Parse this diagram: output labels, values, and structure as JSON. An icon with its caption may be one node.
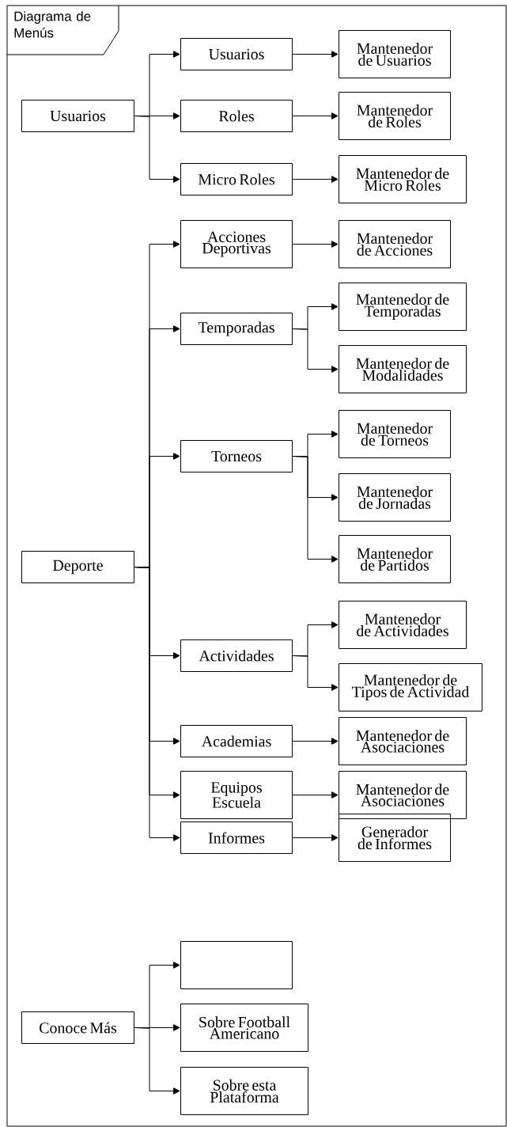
{
  "diagram": {
    "nodes": [
      {
        "text": [
          "Diagrama de Menús"
        ]
      },
      {
        "text": [
          "Usuarios"
        ],
        "in": 0
      },
      {
        "text": [
          "Usuarios"
        ],
        "in": 0
      },
      {
        "text": [
          "Mantenedor de Usuarios"
        ],
        "in": 0
      },
      {
        "text": [
          "Roles"
        ],
        "in": 0
      },
      {
        "text": [
          "Mantenedor de Roles"
        ],
        "in": 0
      },
      {
        "text": [
          "Micro Roles"
        ],
        "in": 0
      },
      {
        "text": [
          "Mantenedor de Micro Roles"
        ],
        "in": 0
      },
      {
        "text": [
          "Deporte"
        ],
        "in": 0
      },
      {
        "text": [
          "Acciones Deportivas"
        ],
        "in": 0
      },
      {
        "text": [
          "Mantenedor de Acciones"
        ],
        "in": 0
      },
      {
        "text": [
          "Temporadas"
        ],
        "in": 0
      },
      {
        "text": [
          "Mantenedor de Temporadas"
        ],
        "in": 0
      },
      {
        "text": [
          "Mantenedor de Modalidades"
        ],
        "in": 0
      },
      {
        "text": [
          "Torneos"
        ],
        "in": 0
      },
      {
        "text": [
          "Mantenedor de Torneos"
        ],
        "in": 0
      },
      {
        "text": [
          "Mantenedor de Jornadas"
        ],
        "in": 0
      },
      {
        "text": [
          "Mantenedor de Partidos"
        ],
        "in": 0
      },
      {
        "text": [
          "Actividades"
        ],
        "in": 0
      },
      {
        "text": [
          "Mantenedor de Actividades"
        ],
        "in": 0
      },
      {
        "text": [
          "Mantenedor de Tipos de Actividad"
        ],
        "in": 0
      },
      {
        "text": [
          "Academias"
        ],
        "in": 0
      },
      {
        "text": [
          "Mantenedor de Asociaciones"
        ],
        "in": 0
      },
      {
        "text": [
          "Equipos Escuela"
        ],
        "in": 0
      },
      {
        "text": [
          "Mantenedor de Asociaciones"
        ],
        "in": 0
      },
      {
        "text": [
          "Informes"
        ],
        "in": 0
      },
      {
        "text": [
          "Generador de Informes"
        ],
        "in": 0
      },
      {
        "text": [
          "Conoce Más"
        ],
        "in": 0
      },
      {
        "text": [],
        "shape": "box",
        "in": 0
      },
      {
        "text": [
          "Sobre Football Americano"
        ],
        "in": 0
      },
      {
        "text": [
          "Sobre esta Plataforma"
        ],
        "in": 0
      }
    ],
    "edges": [
      {
        "from": 1,
        "to": 2,
        "arrow": "to"
      },
      {
        "from": 1,
        "to": 4,
        "arrow": "to"
      },
      {
        "from": 1,
        "to": 6,
        "arrow": "to"
      },
      {
        "from": 2,
        "to": 3,
        "arrow": "to"
      },
      {
        "from": 4,
        "to": 5,
        "arrow": "to"
      },
      {
        "from": 6,
        "to": 7,
        "arrow": "to"
      },
      {
        "from": 8,
        "to": 9,
        "arrow": "to"
      },
      {
        "from": 8,
        "to": 11,
        "arrow": "to"
      },
      {
        "from": 8,
        "to": 14,
        "arrow": "to"
      },
      {
        "from": 8,
        "to": 18,
        "arrow": "to"
      },
      {
        "from": 8,
        "to": 21,
        "arrow": "to"
      },
      {
        "from": 8,
        "to": 23,
        "arrow": "to"
      },
      {
        "from": 8,
        "to": 25,
        "arrow": "to"
      },
      {
        "from": 9,
        "to": 10,
        "arrow": "to"
      },
      {
        "from": 11,
        "to": 12,
        "arrow": "to"
      },
      {
        "from": 11,
        "to": 13,
        "arrow": "to"
      },
      {
        "from": 14,
        "to": 15,
        "arrow": "to"
      },
      {
        "from": 14,
        "to": 16,
        "arrow": "to"
      },
      {
        "from": 14,
        "to": 17,
        "arrow": "to"
      },
      {
        "from": 18,
        "to": 19,
        "arrow": "to"
      },
      {
        "from": 18,
        "to": 20,
        "arrow": "to"
      },
      {
        "from": 21,
        "to": 22,
        "arrow": "to"
      },
      {
        "from": 23,
        "to": 24,
        "arrow": "to"
      },
      {
        "from": 25,
        "to": 26,
        "arrow": "to"
      },
      {
        "from": 27,
        "to": 28,
        "arrow": "to"
      },
      {
        "from": 27,
        "to": 29,
        "arrow": "to"
      },
      {
        "from": 27,
        "to": 30,
        "arrow": "to"
      }
    ]
  }
}
